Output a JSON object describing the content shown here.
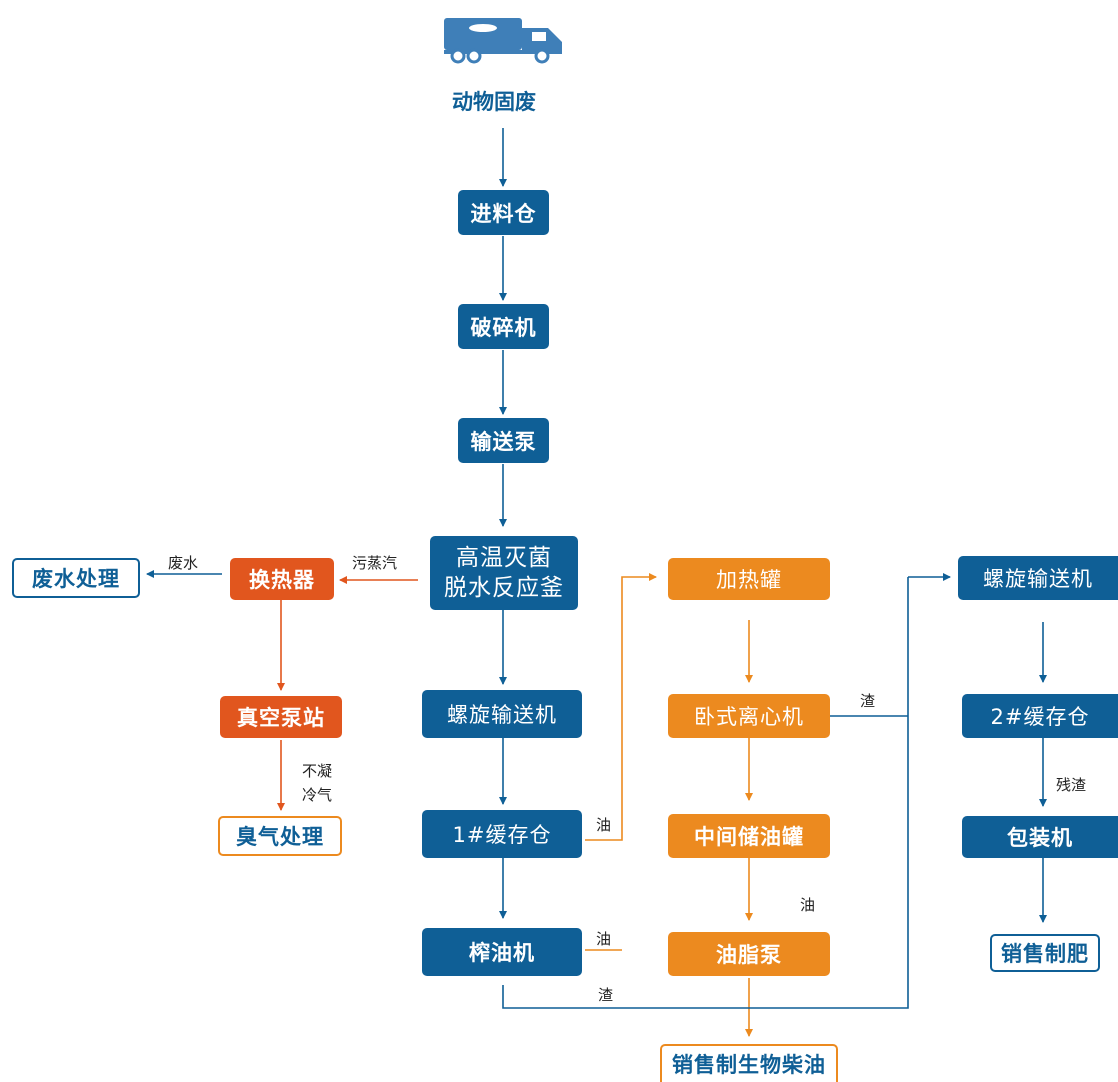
{
  "source": {
    "label": "动物固废"
  },
  "colors": {
    "blue": "#0f5f96",
    "orange": "#ec8a1f",
    "red": "#e1561e"
  },
  "nodes": {
    "feed_bin": "进料仓",
    "crusher": "破碎机",
    "pump": "输送泵",
    "reactor_line1": "高温灭菌",
    "reactor_line2": "脱水反应釜",
    "screw_conveyor": "螺旋输送机",
    "buffer1": "1#缓存仓",
    "oil_press": "榨油机",
    "heat_exchanger": "换热器",
    "wastewater": "废水处理",
    "vacuum_pump": "真空泵站",
    "odor": "臭气处理",
    "heating_tank": "加热罐",
    "centrifuge": "卧式离心机",
    "storage_tank": "中间储油罐",
    "grease_pump": "油脂泵",
    "biodiesel": "销售制生物柴油",
    "screw_conveyor2": "螺旋输送机",
    "buffer2": "2#缓存仓",
    "packer": "包装机",
    "fertilizer": "销售制肥"
  },
  "labels": {
    "waste_water": "废水",
    "dirty_steam": "污蒸汽",
    "noncond_1": "不凝",
    "noncond_2": "冷气",
    "oil_a": "油",
    "oil_b": "油",
    "oil_c": "油",
    "residue_a": "渣",
    "residue_b": "渣",
    "residue_c": "残渣"
  }
}
